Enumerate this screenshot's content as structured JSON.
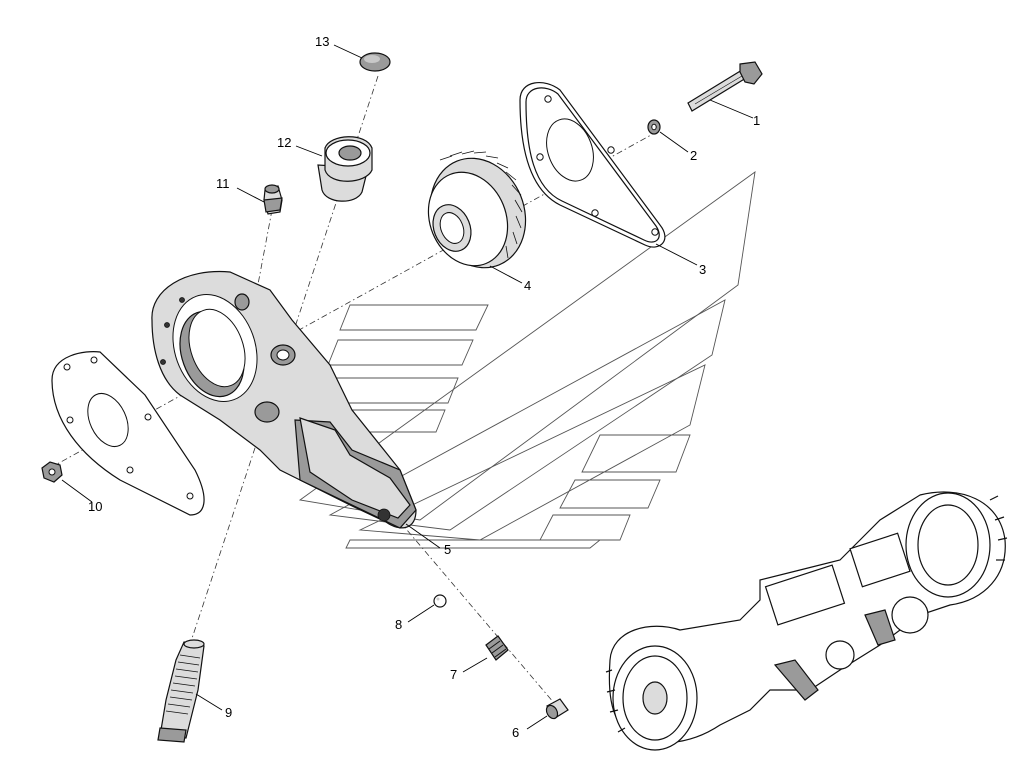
{
  "diagram": {
    "callouts": [
      {
        "id": "1",
        "label": "1"
      },
      {
        "id": "2",
        "label": "2"
      },
      {
        "id": "3",
        "label": "3"
      },
      {
        "id": "4",
        "label": "4"
      },
      {
        "id": "5",
        "label": "5"
      },
      {
        "id": "6",
        "label": "6"
      },
      {
        "id": "7",
        "label": "7"
      },
      {
        "id": "8",
        "label": "8"
      },
      {
        "id": "9",
        "label": "9"
      },
      {
        "id": "10",
        "label": "10"
      },
      {
        "id": "11",
        "label": "11"
      },
      {
        "id": "12",
        "label": "12"
      },
      {
        "id": "13",
        "label": "13"
      }
    ],
    "parts": [
      {
        "callout": "1",
        "icon": "bolt-icon"
      },
      {
        "callout": "2",
        "icon": "washer-icon"
      },
      {
        "callout": "3",
        "icon": "cover-plate-icon"
      },
      {
        "callout": "4",
        "icon": "worm-gear-icon"
      },
      {
        "callout": "5",
        "icon": "slack-adjuster-housing-icon"
      },
      {
        "callout": "6",
        "icon": "plug-icon"
      },
      {
        "callout": "7",
        "icon": "spring-icon"
      },
      {
        "callout": "8",
        "icon": "ball-icon"
      },
      {
        "callout": "9",
        "icon": "worm-shaft-icon"
      },
      {
        "callout": "10",
        "icon": "nut-icon"
      },
      {
        "callout": "11",
        "icon": "grease-nipple-icon"
      },
      {
        "callout": "12",
        "icon": "bushing-icon"
      },
      {
        "callout": "13",
        "icon": "cap-icon"
      }
    ],
    "inset": {
      "icon": "axle-assembly-icon"
    },
    "watermark": {
      "icon": "logo-watermark-icon"
    }
  }
}
